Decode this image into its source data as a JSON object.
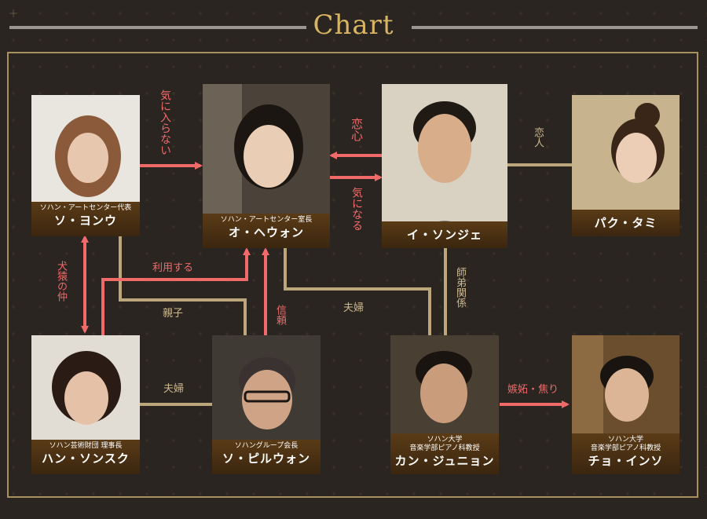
{
  "header": {
    "title": "Chart"
  },
  "colors": {
    "accent_gold": "#d7b562",
    "relation_red": "#f06a6a",
    "relation_tan": "#bca77c",
    "caption_brown": "#4a3014"
  },
  "characters": {
    "so_yeonu": {
      "role": "ソハン・アートセンター代表",
      "name": "ソ・ヨンウ"
    },
    "o_hewon": {
      "role": "ソハン・アートセンター室長",
      "name": "オ・ヘウォン"
    },
    "i_sonje": {
      "role": "",
      "name": "イ・ソンジェ"
    },
    "paku_tami": {
      "role": "",
      "name": "パク・タミ"
    },
    "han_sonsuku": {
      "role": "ソハン芸術財団 理事長",
      "name": "ハン・ソンスク"
    },
    "so_piruwon": {
      "role": "ソハングループ会長",
      "name": "ソ・ピルウォン"
    },
    "kan_junyon": {
      "role": "ソハン大学\n音楽学部ピアノ科教授",
      "name": "カン・ジュニョン"
    },
    "cho_inso": {
      "role": "ソハン大学\n音楽学部ピアノ科教授",
      "name": "チョ・インソ"
    }
  },
  "relations": {
    "ki_ni_iranai": "気に入らない",
    "koigokoro": "恋心",
    "ki_ni_naru": "気になる",
    "koibito": "恋人",
    "kenen_no_naka": "犬猿の仲",
    "riyou_suru": "利用する",
    "oyako": "親子",
    "shinrai": "信頼",
    "fuufu_1": "夫婦",
    "shitei_kankei": "師弟関係",
    "fuufu_2": "夫婦",
    "shitto": "嫉妬・焦り"
  }
}
